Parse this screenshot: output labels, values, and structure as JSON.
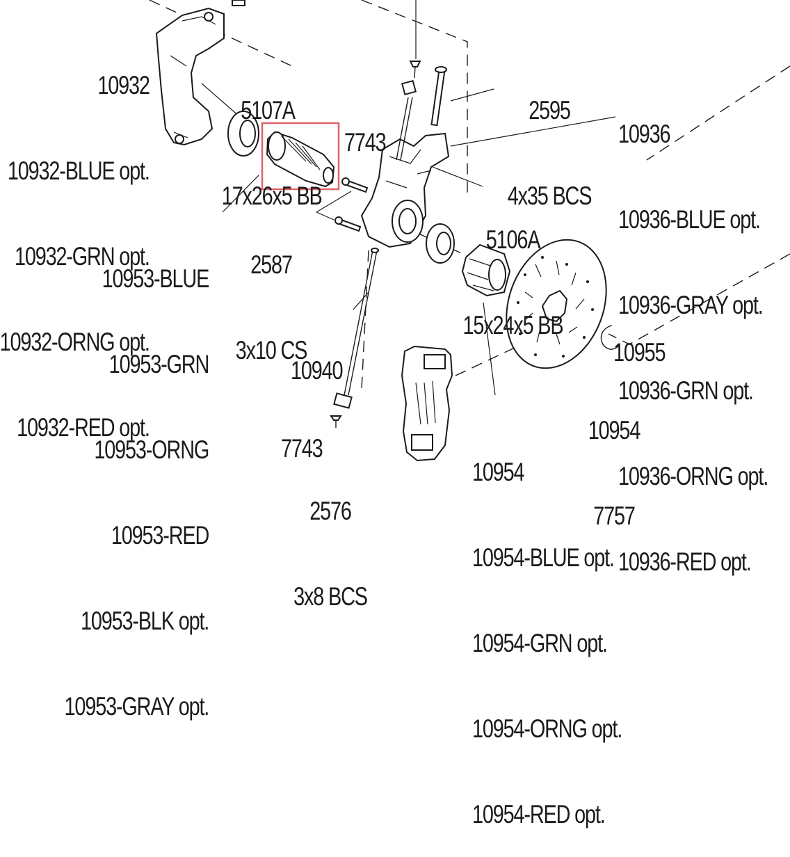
{
  "diagram": {
    "highlight_color": "#e0636b",
    "line_color": "#1b1b1b",
    "labels": {
      "l10932": [
        "10932",
        "10932-BLUE opt.",
        "10932-GRN opt.",
        "10932-ORNG opt.",
        "10932-RED opt."
      ],
      "l5107a": [
        "5107A",
        "17x26x5 BB"
      ],
      "l7743_top": [
        "7743"
      ],
      "l2595": [
        "2595",
        "4x35 BCS"
      ],
      "l10936": [
        "10936",
        "10936-BLUE opt.",
        "10936-GRAY opt.",
        "10936-GRN opt.",
        "10936-ORNG opt.",
        "10936-RED opt."
      ],
      "l5106a": [
        "5106A",
        "15x24x5 BB"
      ],
      "l2587": [
        "2587",
        "3x10 CS"
      ],
      "l10953": [
        "10953-BLUE",
        "10953-GRN",
        "10953-ORNG",
        "10953-RED",
        "10953-BLK opt.",
        "10953-GRAY opt."
      ],
      "l10955": [
        "10955"
      ],
      "l10940": [
        "10940"
      ],
      "l7743_bottom": [
        "7743"
      ],
      "l10954_right": [
        "10954",
        "7757"
      ],
      "l10954": [
        "10954",
        "10954-BLUE opt.",
        "10954-GRN opt.",
        "10954-ORNG opt.",
        "10954-RED opt."
      ],
      "l2576": [
        "2576",
        "3x8 BCS"
      ]
    }
  }
}
